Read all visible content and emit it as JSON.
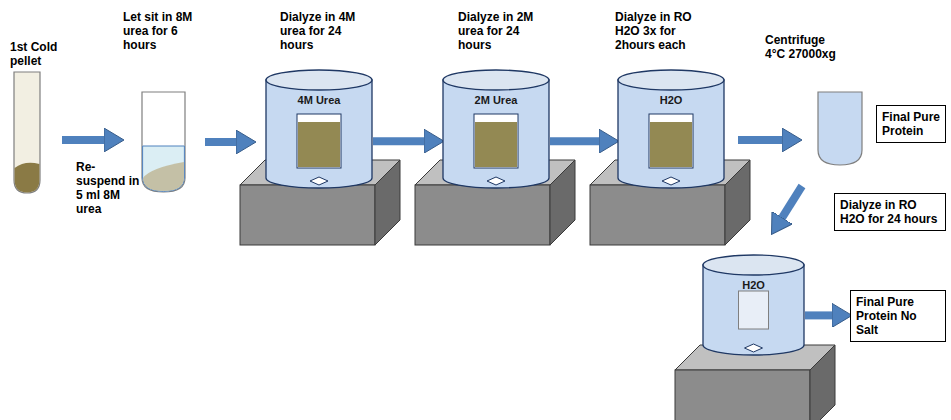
{
  "diagram": {
    "nodes": [
      {
        "text": [
          "4M Urea"
        ]
      },
      {
        "text": [
          "2M Urea"
        ]
      },
      {
        "text": [
          "H2O"
        ]
      },
      {
        "text": [
          "Final Pure Protein"
        ]
      },
      {
        "text": [
          "Dialyze in RO H2O for 24 hours"
        ]
      },
      {
        "text": [
          "H2O"
        ]
      },
      {
        "text": [
          "Final Pure Protein No Salt"
        ]
      }
    ],
    "edges": [
      {
        "from": 0,
        "to": 1,
        "arrow": "to"
      },
      {
        "from": 1,
        "to": 2,
        "arrow": "to"
      },
      {
        "from": 5,
        "to": 6,
        "arrow": "to"
      }
    ],
    "labels": [
      "1st Cold pellet",
      "Re-suspend in 5 ml 8M urea",
      "Let sit in 8M urea for 6 hours",
      "Dialyze in 4M urea for 24 hours",
      "Dialyze in 2M urea for 24 hours",
      "Dialyze in RO H2O 3x for 2hours each",
      "Centrifuge 4°C 27000xg"
    ]
  }
}
